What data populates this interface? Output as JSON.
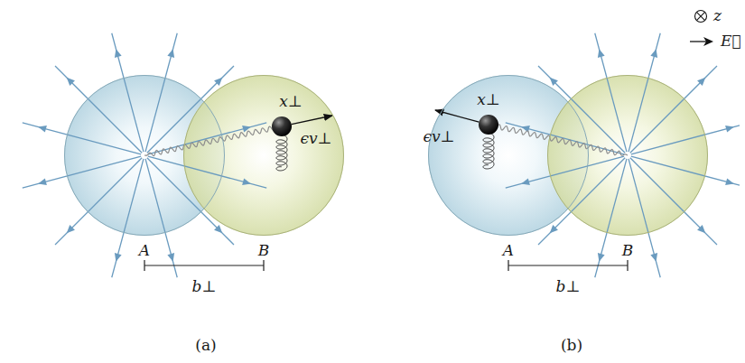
{
  "diagram": {
    "nodes": [
      {
        "text": [
          "A"
        ]
      },
      {
        "text": [
          "B"
        ]
      },
      {
        "text": [
          "A"
        ]
      },
      {
        "text": [
          "B"
        ]
      }
    ],
    "labels": [
      "x⊥",
      "ϵv⊥",
      "b⊥",
      "(a)",
      "x⊥",
      "ϵv⊥",
      "b⊥",
      "(b)"
    ],
    "legend": [
      {
        "text": "z"
      },
      {
        "text": "E⃗"
      }
    ]
  }
}
